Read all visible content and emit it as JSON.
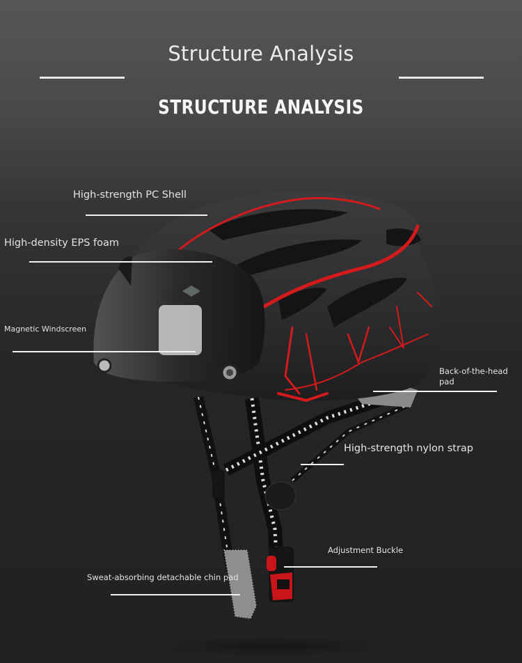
{
  "header": {
    "title": "Structure Analysis",
    "subtitle": "STRUCTURE ANALYSIS"
  },
  "product": {
    "name": "bicycle-helmet",
    "shell_color": "#2e2e30",
    "accent_color": "#d41a1a",
    "pad_color": "#9a9a9c"
  },
  "callouts": [
    {
      "id": "pc-shell",
      "label": "High-strength PC Shell"
    },
    {
      "id": "eps-foam",
      "label": "High-density EPS foam"
    },
    {
      "id": "windscreen",
      "label": "Magnetic Windscreen"
    },
    {
      "id": "back-pad",
      "label": "Back-of-the-head pad"
    },
    {
      "id": "nylon-strap",
      "label": "High-strength nylon strap"
    },
    {
      "id": "buckle",
      "label": "Adjustment Buckle"
    },
    {
      "id": "chin-pad",
      "label": "Sweat-absorbing detachable chin pad"
    }
  ]
}
